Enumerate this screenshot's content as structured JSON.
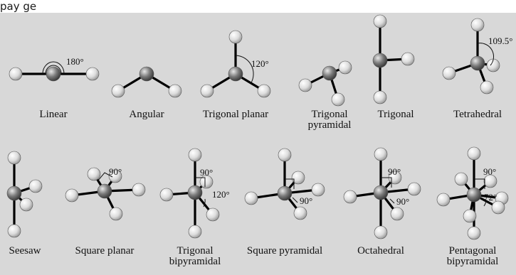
{
  "header": {
    "visible_text": "pay ge"
  },
  "colors": {
    "panel_background": "#d8d8d8",
    "bond": "#000000",
    "central_atom": "#6f6f6f",
    "ligand_atom": "#dcdcdc"
  },
  "geometries": [
    {
      "id": "linear",
      "label_lines": [
        "Linear"
      ],
      "angles": [
        "180°"
      ]
    },
    {
      "id": "angular",
      "label_lines": [
        "Angular"
      ],
      "angles": []
    },
    {
      "id": "trigonal-planar",
      "label_lines": [
        "Trigonal planar"
      ],
      "angles": [
        "120°"
      ]
    },
    {
      "id": "trigonal-pyramidal",
      "label_lines": [
        "Trigonal",
        "pyramidal"
      ],
      "angles": []
    },
    {
      "id": "trigonal",
      "label_lines": [
        "Trigonal"
      ],
      "angles": []
    },
    {
      "id": "tetrahedral",
      "label_lines": [
        "Tetrahedral"
      ],
      "angles": [
        "109.5°"
      ]
    },
    {
      "id": "seesaw",
      "label_lines": [
        "Seesaw"
      ],
      "angles": []
    },
    {
      "id": "square-planar",
      "label_lines": [
        "Square planar"
      ],
      "angles": [
        "90°"
      ]
    },
    {
      "id": "trigonal-bipyramidal",
      "label_lines": [
        "Trigonal",
        "bipyramidal"
      ],
      "angles": [
        "90°",
        "120°"
      ]
    },
    {
      "id": "square-pyramidal",
      "label_lines": [
        "Square pyramidal"
      ],
      "angles": [
        "90°"
      ]
    },
    {
      "id": "octahedral",
      "label_lines": [
        "Octahedral"
      ],
      "angles": [
        "90°",
        "90°"
      ]
    },
    {
      "id": "pentagonal-bipyramidal",
      "label_lines": [
        "Pentagonal",
        "bipyramidal"
      ],
      "angles": [
        "90°",
        "72°"
      ]
    }
  ]
}
